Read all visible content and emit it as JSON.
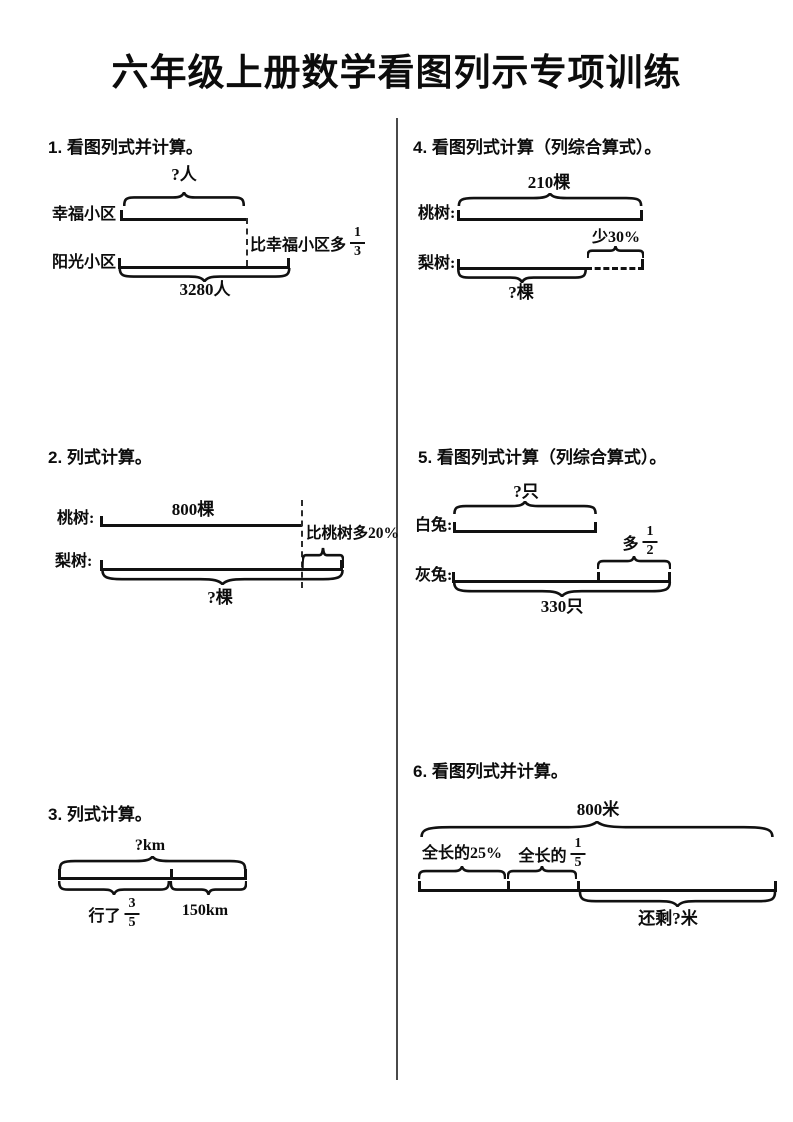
{
  "title": "六年级上册数学看图列示专项训练",
  "problems": {
    "p1": {
      "heading": "1. 看图列式并计算。",
      "top_label": "?人",
      "row1_label": "幸福小区",
      "row2_label": "阳光小区",
      "side_prefix": "比幸福小区多",
      "side_frac": {
        "num": "1",
        "den": "3"
      },
      "bottom_label": "3280人"
    },
    "p2": {
      "heading": "2. 列式计算。",
      "bar1_label": "800棵",
      "row1_label": "桃树:",
      "row2_label": "梨树:",
      "side_label": "比桃树多20%",
      "bottom_label": "?棵"
    },
    "p3": {
      "heading": "3. 列式计算。",
      "top_label": "?km",
      "left_prefix": "行了",
      "left_frac": {
        "num": "3",
        "den": "5"
      },
      "right_label": "150km"
    },
    "p4": {
      "heading": "4. 看图列式计算（列综合算式）。",
      "top_label": "210棵",
      "row1_label": "桃树:",
      "row2_label": "梨树:",
      "less_label": "少30%",
      "bottom_label": "?棵"
    },
    "p5": {
      "heading": "5. 看图列式计算（列综合算式）。",
      "top_label": "?只",
      "row1_label": "白兔:",
      "row2_label": "灰兔:",
      "more_prefix": "多",
      "more_frac": {
        "num": "1",
        "den": "2"
      },
      "bottom_label": "330只"
    },
    "p6": {
      "heading": "6. 看图列式并计算。",
      "top_label": "800米",
      "seg1_label": "全长的25%",
      "seg2_prefix": "全长的",
      "seg2_frac": {
        "num": "1",
        "den": "5"
      },
      "bottom_label": "还剩?米"
    }
  }
}
